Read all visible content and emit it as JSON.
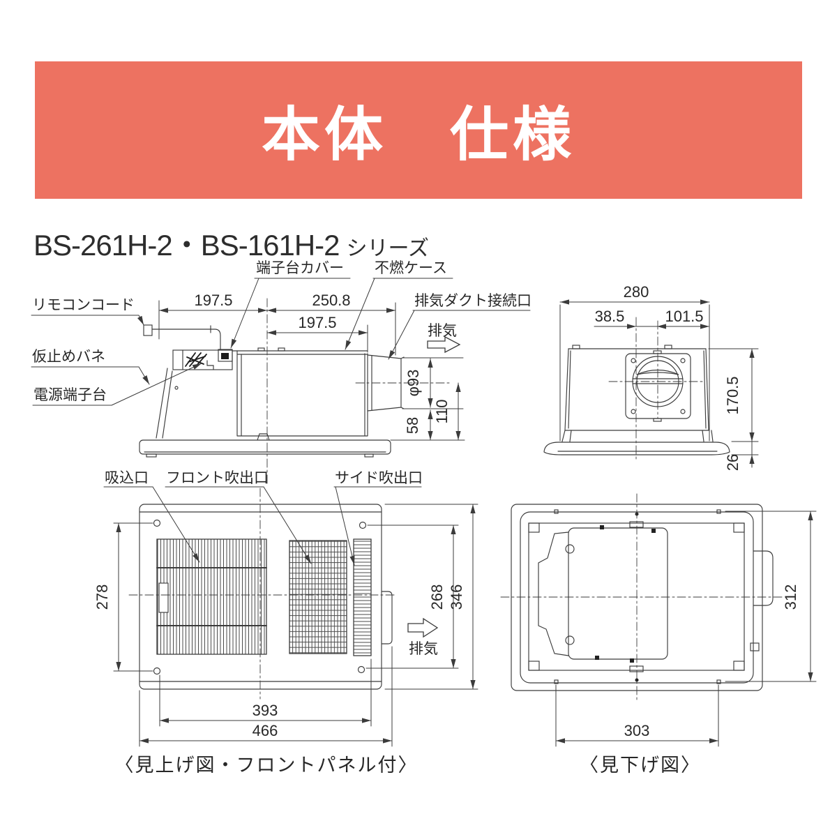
{
  "header": {
    "title": "本体　仕様",
    "bg_color": "#ED7261",
    "text_color": "#FFFFFF"
  },
  "series_title": {
    "models": "BS-261H-2・BS-161H-2",
    "suffix": "シリーズ"
  },
  "side_view": {
    "labels": {
      "remote_cord": "リモコンコード",
      "temporary_spring": "仮止めバネ",
      "power_terminal": "電源端子台",
      "terminal_cover": "端子台カバー",
      "noncombustible_case": "不燃ケース",
      "exhaust_duct_port": "排気ダクト接続口",
      "exhaust": "排気"
    },
    "dims": {
      "left_span": "197.5",
      "right_span": "250.8",
      "inner_span": "197.5",
      "duct_diameter": "φ93",
      "duct_center_height": "110",
      "lower_height": "58"
    }
  },
  "rear_view": {
    "dims": {
      "overall_width": "280",
      "center_to_duct": "38.5",
      "duct_to_edge": "101.5",
      "body_height": "170.5",
      "panel_thickness": "26"
    }
  },
  "bottom_view": {
    "labels": {
      "intake": "吸込口",
      "front_outlet": "フロント吹出口",
      "side_outlet": "サイド吹出口",
      "exhaust": "排気"
    },
    "dims": {
      "left_pitch": "278",
      "right_pitch": "268",
      "overall_height": "346",
      "opening_width": "393",
      "overall_width": "466"
    },
    "caption": "〈見上げ図・フロントパネル付〉"
  },
  "top_view": {
    "dims": {
      "overall_height": "312",
      "mount_pitch": "303"
    },
    "caption": "〈見下げ図〉"
  }
}
